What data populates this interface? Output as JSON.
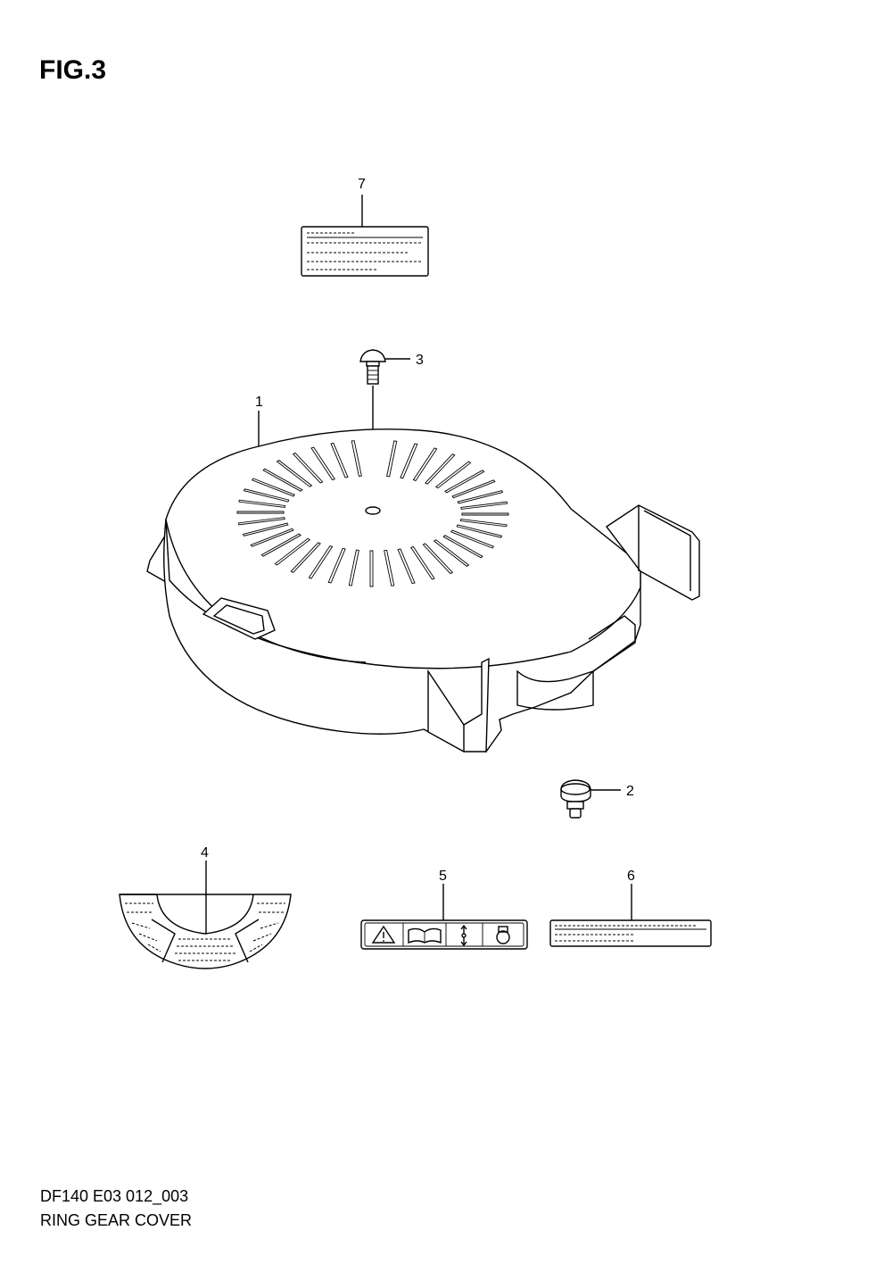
{
  "figure": {
    "title": "FIG.3",
    "code": "DF140 E03 012_003",
    "name": "RING GEAR COVER"
  },
  "callouts": [
    {
      "id": "callout-1",
      "label": "1"
    },
    {
      "id": "callout-2",
      "label": "2"
    },
    {
      "id": "callout-3",
      "label": "3"
    },
    {
      "id": "callout-4",
      "label": "4"
    },
    {
      "id": "callout-5",
      "label": "5"
    },
    {
      "id": "callout-6",
      "label": "6"
    },
    {
      "id": "callout-7",
      "label": "7"
    }
  ],
  "icons": {
    "label5": [
      "warning-triangle-icon",
      "manual-book-icon",
      "up-down-arrow-icon",
      "cylinder-icon"
    ]
  }
}
